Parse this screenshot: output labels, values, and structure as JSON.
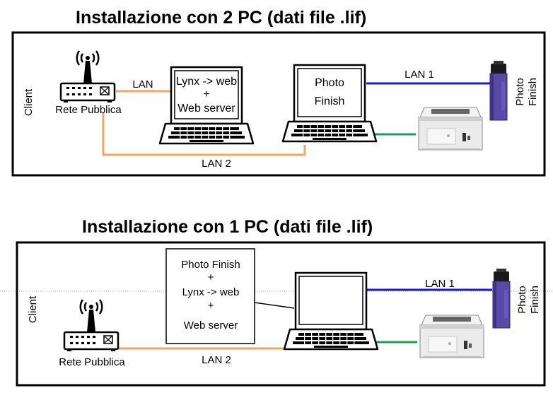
{
  "section1": {
    "title": "Installazione con 2 PC (dati file .lif)",
    "client_label": "Client",
    "router_label": "Rete Pubblica",
    "lan_label": "LAN",
    "lan1_label": "LAN 1",
    "lan2_label": "LAN 2",
    "laptop1_screen": [
      "Lynx -> web",
      "+",
      "Web server"
    ],
    "laptop2_screen": [
      "Photo",
      "Finish"
    ],
    "camera_label": [
      "Photo",
      "Finish"
    ]
  },
  "section2": {
    "title": "Installazione con 1 PC (dati file .lif)",
    "client_label": "Client",
    "router_label": "Rete Pubblica",
    "lan1_label": "LAN 1",
    "lan2_label": "LAN 2",
    "callout_lines": [
      "Photo Finish",
      "+",
      "Lynx -> web",
      "+",
      "Web server"
    ],
    "camera_label": [
      "Photo",
      "Finish"
    ]
  },
  "colors": {
    "lan_orange": "#f4a460",
    "lan_blue": "#1a1acd",
    "lan_green": "#1aa050",
    "camera_purple": "#5a4aa8"
  }
}
